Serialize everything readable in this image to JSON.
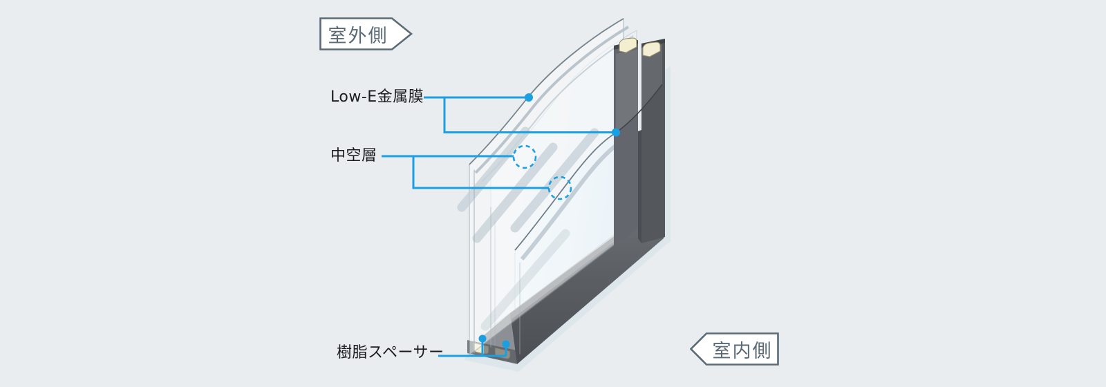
{
  "badges": {
    "outdoor": "室外側",
    "indoor": "室内側"
  },
  "annotations": {
    "low_e": {
      "label": "Low-E金属膜"
    },
    "air_layer": {
      "label": "中空層"
    },
    "resin_spacer": {
      "label": "樹脂スペーサー"
    }
  },
  "colors": {
    "accent": "#1A9FE3",
    "slate": "#5A6B77",
    "text": "#1B1B1B",
    "bg": "#E9EDF0",
    "cream": "#F3EED0",
    "frame_dark": "#53575C"
  }
}
